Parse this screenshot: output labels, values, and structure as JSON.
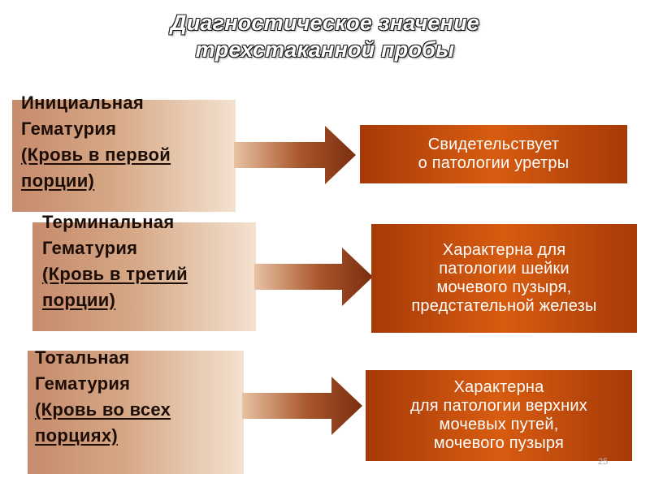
{
  "title": {
    "line1": "Диагностическое значение",
    "line2": "трехстаканной пробы"
  },
  "rows": [
    {
      "name": "Инициальная",
      "type": "Гематурия",
      "note_line1": "(Кровь в первой",
      "note_line2": "порции)",
      "result": [
        "Свидетельствует",
        "о патологии уретры"
      ]
    },
    {
      "name": "Терминальная",
      "type": "Гематурия",
      "note_line1": "(Кровь в третий",
      "note_line2": "порции)",
      "result": [
        "Характерна для",
        "патологии шейки",
        "мочевого пузыря,",
        "предстательной железы"
      ]
    },
    {
      "name": "Тотальная",
      "type": "Гематурия",
      "note_line1": "(Кровь во всех",
      "note_line2": "порциях)",
      "result": [
        "Характерна",
        "для патологии верхних",
        "мочевых путей,",
        "мочевого пузыря"
      ]
    }
  ],
  "colors": {
    "left_box_gradient": [
      "#c68b6c",
      "#f3e1cf"
    ],
    "right_box": "#d85c10",
    "arrow": "#9c4a22"
  },
  "page_number": "25"
}
